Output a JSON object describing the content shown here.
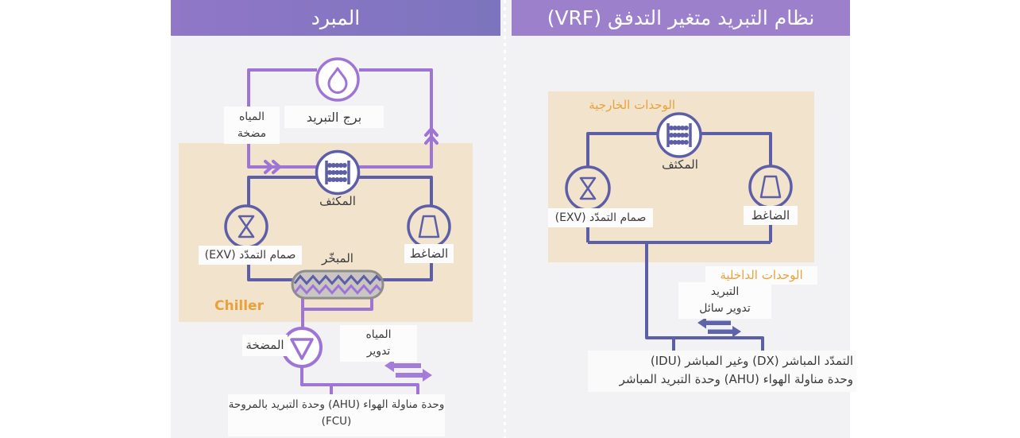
{
  "left": {
    "title": "المبرد",
    "cooling_tower": "برج التبريد",
    "water_pump": [
      "المياه",
      "مضخة"
    ],
    "condenser": "المكثف",
    "exv": "صمام التمدّد (EXV)",
    "evaporator": "المبخّر",
    "compressor": "الضاغط",
    "chiller_en": "Chiller",
    "pump": "المضخة",
    "water_circulation": [
      "المياه",
      "تدوير"
    ],
    "units": "وحدة مناولة الهواء (AHU) وحدة التبريد بالمروحة (FCU)"
  },
  "right": {
    "title": "نظام التبريد متغير التدفق (VRF)",
    "outdoor_units": "الوحدات الخارجية",
    "condenser": "المكثف",
    "exv": "صمام التمدّد (EXV)",
    "compressor": "الضاغط",
    "indoor_units": "الوحدات الداخلية",
    "refrigerant_circulation": [
      "التبريد",
      "تدوير سائل"
    ],
    "units_line1": "التمدّد المباشر (DX) وغير المباشر (IDU)",
    "units_line2": "وحدة مناولة الهواء (AHU) وحدة التبريد المباشر"
  },
  "colors": {
    "header_left_gradient_start": "#9077C7",
    "header_left_gradient_end": "#7C74BE",
    "header_right": "#9C80CB",
    "panel_bg": "#F2F2F5",
    "box_beige": "#F1E3CC",
    "orange_accent": "#E9A23B",
    "water_purple": "#9E74D4",
    "refrigerant_indigo": "#5C5FA8",
    "evaporator_gray": "#C9C5C2",
    "label_text": "#3A3A3C"
  },
  "icons": {
    "cooling_tower": "water-drop",
    "condenser": "coil",
    "exv": "hourglass-valve",
    "compressor": "trapezoid",
    "pump": "triangle-down",
    "circulation": "swap-arrows",
    "flow_markers": "double-chevron"
  }
}
